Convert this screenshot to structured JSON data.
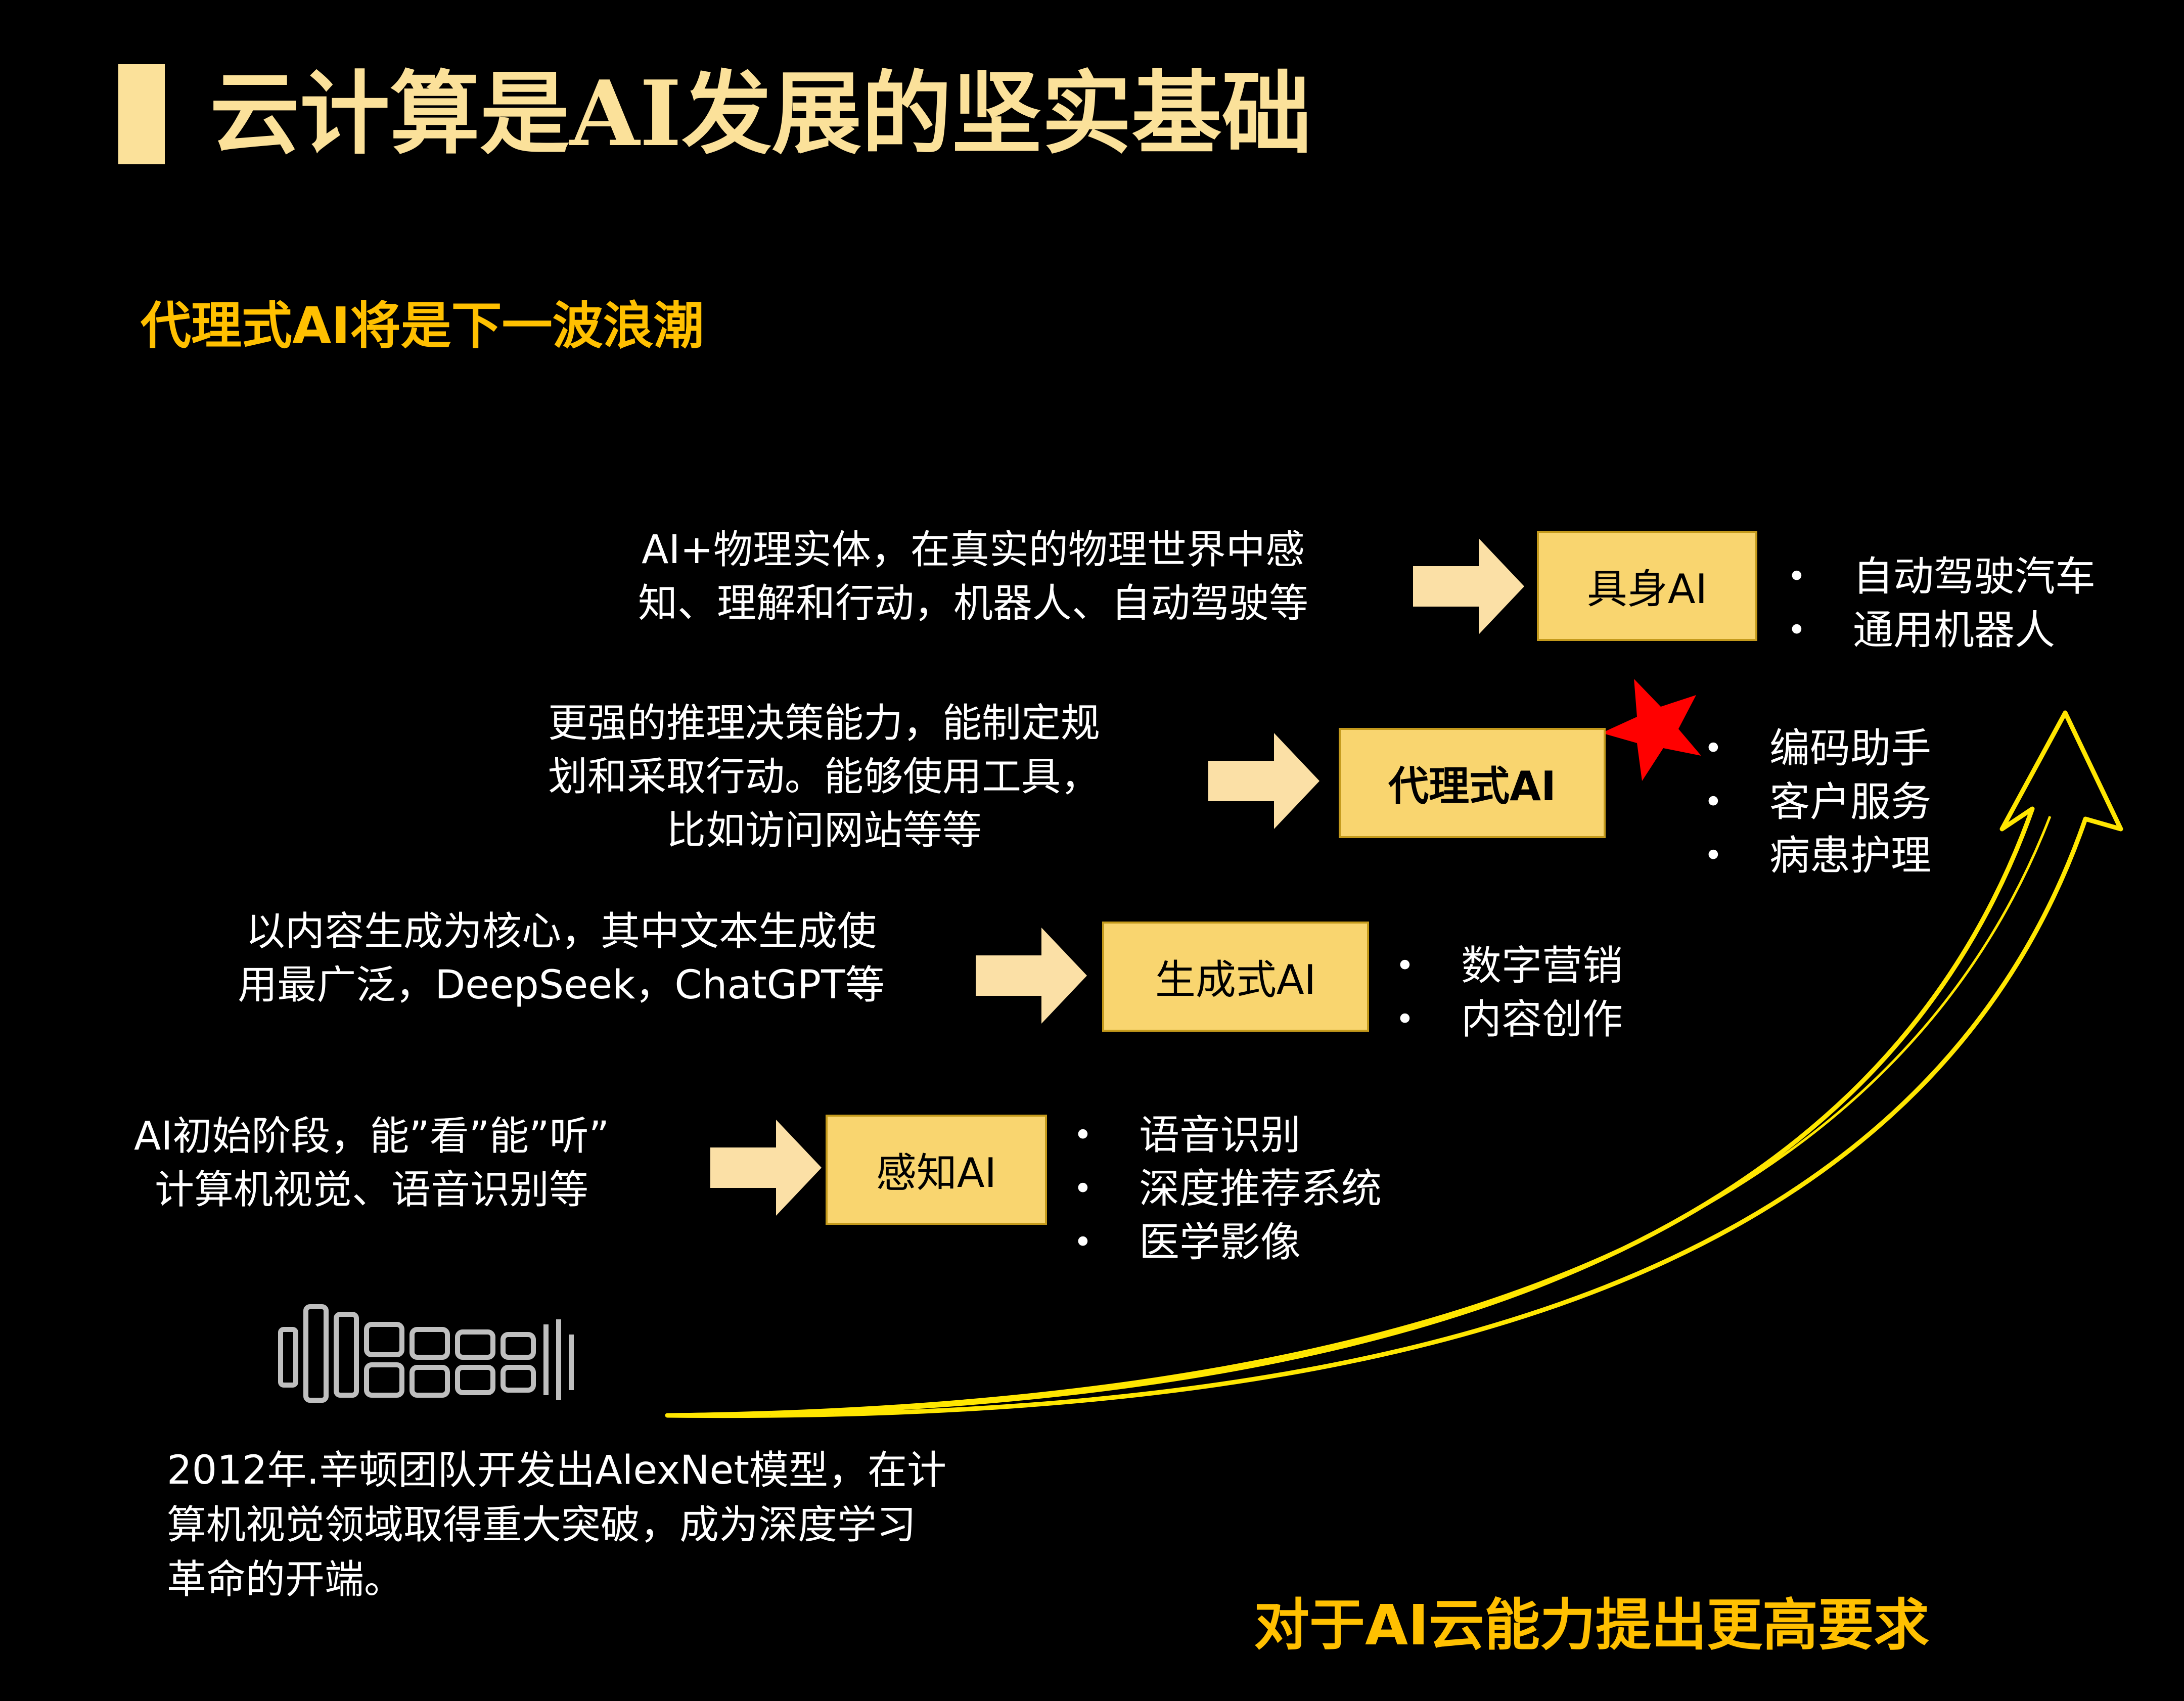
{
  "header": {
    "title": "云计算是AI发展的坚实基础",
    "subtitle": "代理式AI将是下一波浪潮"
  },
  "stages": [
    {
      "label": "感知AI",
      "description": [
        "AI初始阶段，能”看”能”听”",
        "计算机视觉、语音识别等"
      ],
      "applications": [
        "语音识别",
        "深度推荐系统",
        "医学影像"
      ]
    },
    {
      "label": "生成式AI",
      "description": [
        "以内容生成为核心，其中文本生成使",
        "用最广泛，DeepSeek，ChatGPT等"
      ],
      "applications": [
        "数字营销",
        "内容创作"
      ]
    },
    {
      "label": "代理式AI",
      "description": [
        "更强的推理决策能力，能制定规",
        "划和采取行动。能够使用工具，",
        "比如访问网站等等"
      ],
      "applications": [
        "编码助手",
        "客户服务",
        "病患护理"
      ]
    },
    {
      "label": "具身AI",
      "description": [
        "AI+物理实体，在真实的物理世界中感",
        "知、理解和行动，机器人、自动驾驶等"
      ],
      "applications": [
        "自动驾驶汽车",
        "通用机器人"
      ]
    }
  ],
  "origin": {
    "caption": [
      "2012年.辛顿团队开发出AlexNet模型，在计",
      "算机视觉领域取得重大突破，成为深度学习",
      "革命的开端。"
    ]
  },
  "footer": {
    "text": "对于AI云能力提出更高要求"
  },
  "colors": {
    "background": "#000000",
    "title": "#FBE19A",
    "accent": "#FFC000",
    "box_fill": "#F9D56F",
    "arrow_fill": "#FBE0A6",
    "curve": "#FFE600",
    "star": "#FF0000"
  }
}
